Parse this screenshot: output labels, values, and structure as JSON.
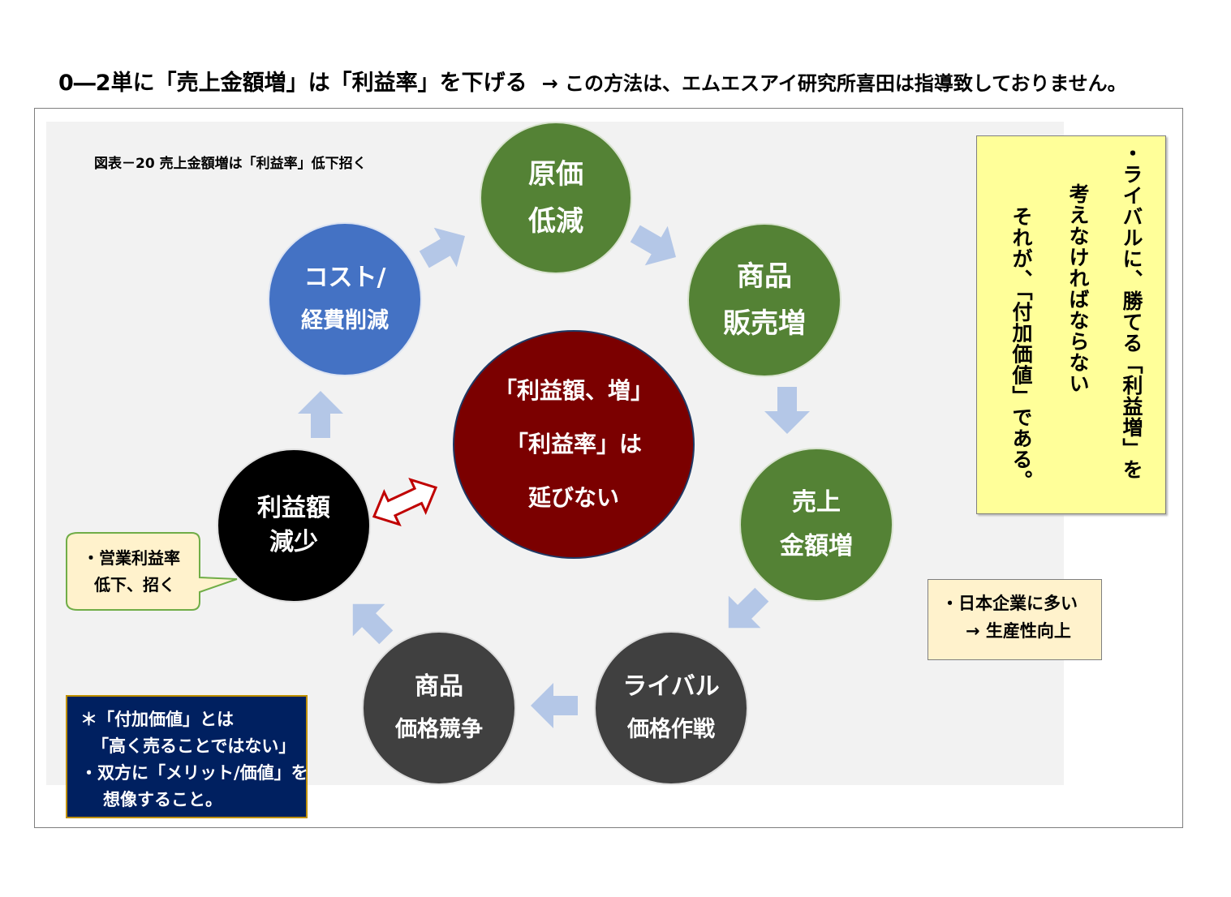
{
  "heading": {
    "main": "0―2単に「売上金額増」は「利益率」を下げる",
    "sub": "→  この方法は、エムエスアイ研究所喜田は指導致しておりません。"
  },
  "figure_label": "図表－20  売上金額増は「利益率」低下招く",
  "cycle": {
    "genka": [
      "原価",
      "低減"
    ],
    "hanbai": [
      "商品",
      "販売増"
    ],
    "uriage": [
      "売上",
      "金額増"
    ],
    "rival": [
      "ライバル",
      "価格作戦"
    ],
    "kakaku": [
      "商品",
      "価格競争"
    ],
    "rieki": [
      "利益額",
      "減少"
    ],
    "cost": [
      "コスト/",
      "経費削減"
    ]
  },
  "center": [
    "「利益額、増」",
    "「利益率」は",
    "延びない"
  ],
  "vertical_box": [
    "・ライバルに、勝てる「利益増」を",
    "考えなければならない",
    "それが、「付加価値」である。"
  ],
  "note_japan": [
    "・日本企業に多い",
    "→  生産性向上"
  ],
  "callout": [
    "・営業利益率",
    "低下、招く"
  ],
  "navy_box": [
    "＊「付加価値」とは",
    "「高く売ることではない」",
    "・双方に「メリット/価値」を",
    "想像すること。"
  ],
  "colors": {
    "green": "#548235",
    "blue": "#4472c4",
    "dark_red": "#7b0000",
    "gray": "#404040",
    "arrow": "#b4c7e7",
    "yellow_note": "#ffff99",
    "beige_note": "#fff2cc",
    "navy": "#002060"
  }
}
